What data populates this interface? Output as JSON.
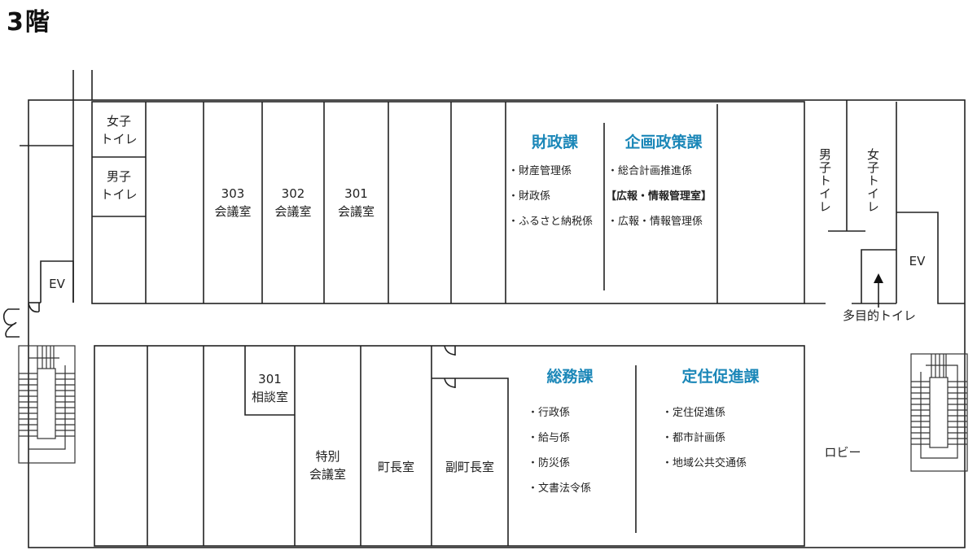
{
  "floor_title": "3階",
  "colors": {
    "department": "#1b87b8",
    "walls": "#222222",
    "background": "#ffffff"
  },
  "north_block": {
    "restroom_women_left": [
      "女子",
      "トイレ"
    ],
    "restroom_men_left": [
      "男子",
      "トイレ"
    ],
    "room_303": {
      "number": "303",
      "name": "会議室"
    },
    "room_302": {
      "number": "302",
      "name": "会議室"
    },
    "room_301": {
      "number": "301",
      "name": "会議室"
    },
    "zaisei": {
      "name": "財政課",
      "sections": [
        "・財産管理係",
        "・財政係",
        "・ふるさと納税係"
      ]
    },
    "kikaku": {
      "name": "企画政策課",
      "sections": [
        "・総合計画推進係",
        "【広報・情報管理室】",
        "・広報・情報管理係"
      ]
    }
  },
  "east_core": {
    "restroom_men_right": "男子トイレ",
    "restroom_women_right": "女子トイレ",
    "elevator_right": "EV",
    "multipurpose_toilet": "多目的トイレ"
  },
  "west_core": {
    "elevator_left": "EV"
  },
  "south_block": {
    "consult_301": {
      "number": "301",
      "name": "相談室"
    },
    "special_meeting": [
      "特別",
      "会議室"
    ],
    "mayor_office": "町長室",
    "deputy_mayor_office": "副町長室",
    "somu": {
      "name": "総務課",
      "sections": [
        "・行政係",
        "・給与係",
        "・防災係",
        "・文書法令係"
      ]
    },
    "teiju": {
      "name": "定住促進課",
      "sections": [
        "・定住促進係",
        "・都市計画係",
        "・地域公共交通係"
      ]
    },
    "lobby": "ロビー"
  }
}
